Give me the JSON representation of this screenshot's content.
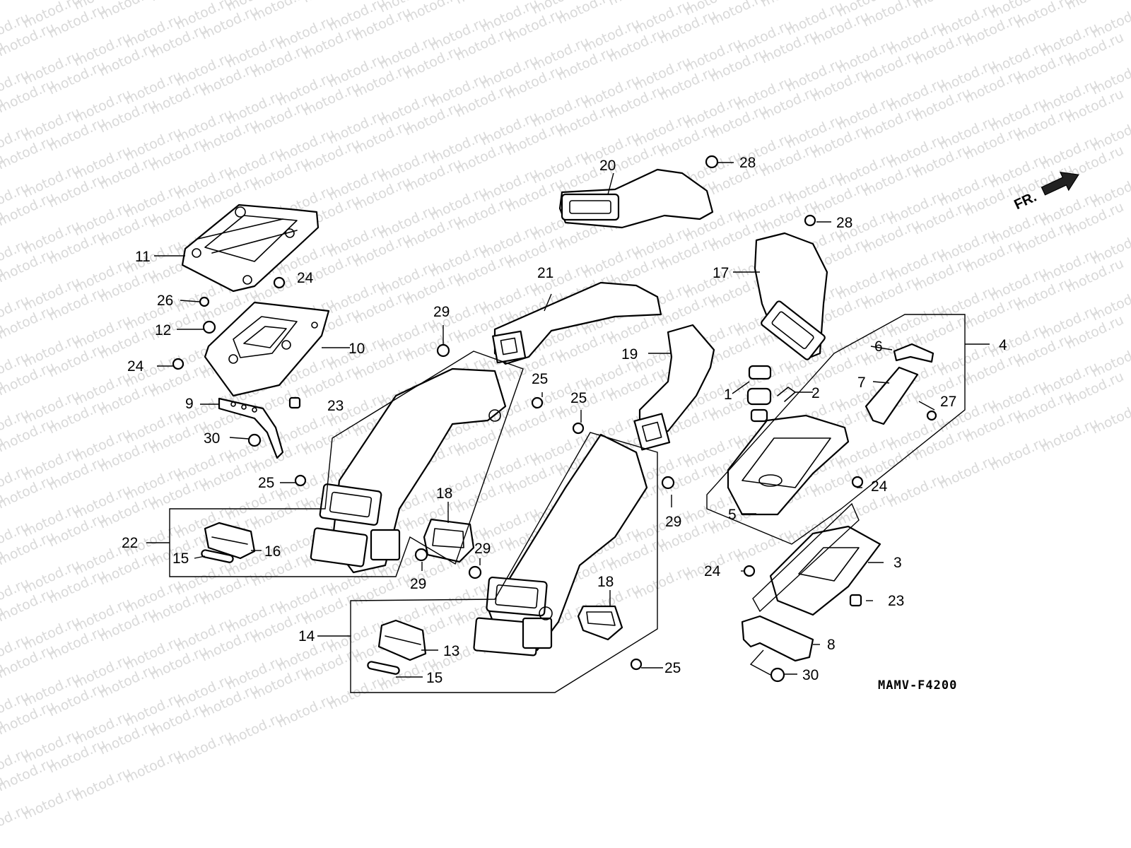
{
  "watermark": "motod.ru",
  "diagram_code": "MAMV-F4200",
  "front_indicator": "FR.",
  "callouts": [
    {
      "id": "c1",
      "label": "1"
    },
    {
      "id": "c2",
      "label": "2"
    },
    {
      "id": "c3",
      "label": "3"
    },
    {
      "id": "c4",
      "label": "4"
    },
    {
      "id": "c5",
      "label": "5"
    },
    {
      "id": "c6",
      "label": "6"
    },
    {
      "id": "c7",
      "label": "7"
    },
    {
      "id": "c8",
      "label": "8"
    },
    {
      "id": "c9",
      "label": "9"
    },
    {
      "id": "c10",
      "label": "10"
    },
    {
      "id": "c11",
      "label": "11"
    },
    {
      "id": "c12",
      "label": "12"
    },
    {
      "id": "c13",
      "label": "13"
    },
    {
      "id": "c14",
      "label": "14"
    },
    {
      "id": "c15a",
      "label": "15"
    },
    {
      "id": "c15b",
      "label": "15"
    },
    {
      "id": "c16",
      "label": "16"
    },
    {
      "id": "c17",
      "label": "17"
    },
    {
      "id": "c18a",
      "label": "18"
    },
    {
      "id": "c18b",
      "label": "18"
    },
    {
      "id": "c19",
      "label": "19"
    },
    {
      "id": "c20",
      "label": "20"
    },
    {
      "id": "c21",
      "label": "21"
    },
    {
      "id": "c22",
      "label": "22"
    },
    {
      "id": "c23a",
      "label": "23"
    },
    {
      "id": "c23b",
      "label": "23"
    },
    {
      "id": "c24a",
      "label": "24"
    },
    {
      "id": "c24b",
      "label": "24"
    },
    {
      "id": "c24c",
      "label": "24"
    },
    {
      "id": "c24d",
      "label": "24"
    },
    {
      "id": "c25a",
      "label": "25"
    },
    {
      "id": "c25b",
      "label": "25"
    },
    {
      "id": "c25c",
      "label": "25"
    },
    {
      "id": "c25d",
      "label": "25"
    },
    {
      "id": "c26",
      "label": "26"
    },
    {
      "id": "c27",
      "label": "27"
    },
    {
      "id": "c28a",
      "label": "28"
    },
    {
      "id": "c28b",
      "label": "28"
    },
    {
      "id": "c29a",
      "label": "29"
    },
    {
      "id": "c29b",
      "label": "29"
    },
    {
      "id": "c29c",
      "label": "29"
    },
    {
      "id": "c29d",
      "label": "29"
    },
    {
      "id": "c30a",
      "label": "30"
    },
    {
      "id": "c30b",
      "label": "30"
    }
  ]
}
